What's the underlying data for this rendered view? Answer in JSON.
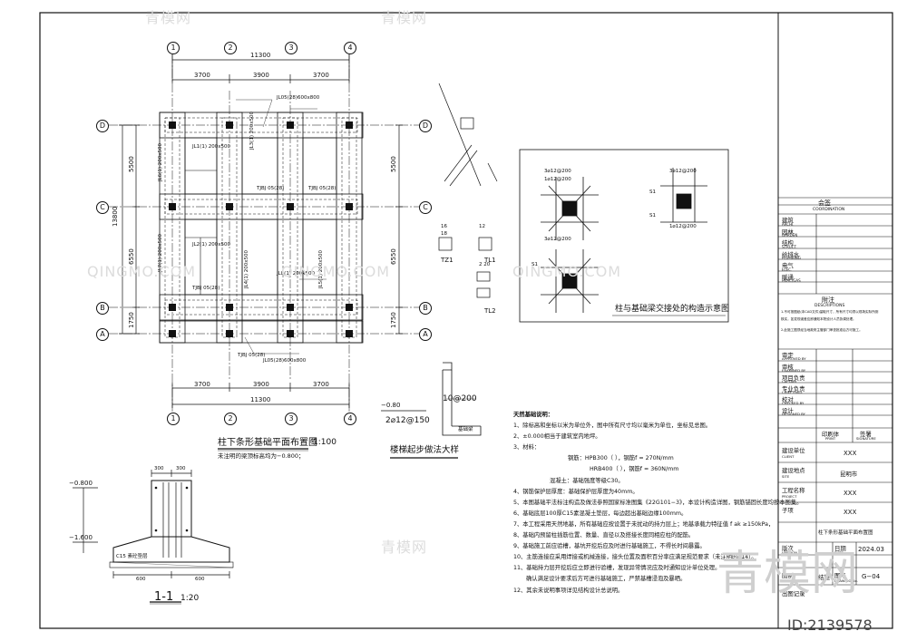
{
  "plan": {
    "title": "柱下条形基础平面布置图",
    "scale": "1:100",
    "note": "未注明的梁顶标高均为−0.800；",
    "top_total": "11300",
    "bottom_total": "11300",
    "spans_top": [
      "3700",
      "3900",
      "3700"
    ],
    "spans_bottom": [
      "3700",
      "3900",
      "3700"
    ],
    "left_total": "13800",
    "left_spans": [
      "5500",
      "6550",
      "1750"
    ],
    "right_spans": [
      "5500",
      "6550",
      "1750"
    ],
    "cols": [
      "1",
      "2",
      "3",
      "4"
    ],
    "rows": [
      "D",
      "C",
      "B",
      "A"
    ],
    "beam_labels": [
      "JL1(1) 200x500",
      "JL2(1) 200x500",
      "JL3(1) 200x500",
      "JL4(1) 200x500",
      "JL5(1) 200x500",
      "JL6(1) 200x500",
      "JL7(1) 200x500",
      "JL8(1) 200x500",
      "TJBJ 05(28)",
      "TJBJ 05(28)",
      "TJBJ 05(28)",
      "JL05(28)600x800",
      "TJBJ 05(28)",
      "JL05(28)600x800"
    ]
  },
  "section11": {
    "title": "1-1",
    "scale": "1:20",
    "levels": [
      "−0.800",
      "−1.600"
    ],
    "dims_bottom": [
      "600",
      "600"
    ],
    "dims_top": [
      "300",
      "300"
    ],
    "label_c15": "C15 素砼垫层"
  },
  "stair": {
    "title": "楼梯起步做法大样",
    "level": "−0.80",
    "bar1": "10@200",
    "bar2": "2⌀12@150",
    "beam": "基础梁"
  },
  "tz": {
    "tz1": "TZ1",
    "tl1": "TL1",
    "tl2": "TL2",
    "dims": [
      "16",
      "18",
      "12",
      "2 20"
    ]
  },
  "joint": {
    "caption": "柱与基础梁交接处的构造示意图",
    "labels": [
      "3⌀12@200",
      "1⌀12@200",
      "3⌀12@200",
      "1⌀12@200",
      "3⌀12@200",
      "S1",
      "S1",
      "S1"
    ]
  },
  "notes": {
    "title": "天然基础说明：",
    "lines": [
      "1、除标高和坐标以米为单位外，图中所有尺寸均以毫米为单位，坐标见总图。",
      "2、±0.000相当于建筑室内地坪。",
      "3、材料：",
      "钢筋：HPB300（ ），钢筋f = 270N/mm",
      "HRB400（ ），钢筋f = 360N/mm",
      "混凝土：基础强度等级C30。",
      "4、钢筋保护层厚度：基础保护层厚度为40mm。",
      "5、本图基础平法标注构造及做法参照国家标准图集《22G101−3》，本设计构造详图，钢筋锚固长度均按本图集。",
      "6、基础底层100厚C15素混凝土垫层，每边超出基础边缘100mm。",
      "7、本工程采用天然地基，所有基础应按设置于未扰动的持力层上；地基承载力特征值 f ak ≥150kPa，",
      "8、基础内预留柱插筋位置、数量、直径以及搭接长度同相应柱的配筋。",
      "9、基础施工前应验槽，基坑开挖后应及时进行基础施工，不得长时间暴露。",
      "10、主筋连接应采用焊接或机械连接，接头位置及面积百分率应满足规范要求（未注明时⌀14）。",
      "11、基础持力层开挖后应立即进行验槽，发现异常情况应及时通知设计单位处理。",
      "确认满足设计要求后方可进行基础施工，严禁基槽浸泡及暴晒。",
      "12、其余未说明事项详见结构设计总说明。"
    ]
  },
  "titleblock": {
    "huiqian_title": "会签",
    "huiqian_sub": "COORDINATION",
    "disciplines": [
      {
        "cn": "建筑",
        "en": "ARCHI."
      },
      {
        "cn": "园林",
        "en": "GARDEN"
      },
      {
        "cn": "结构",
        "en": "STRUCT."
      },
      {
        "cn": "给排水",
        "en": "PLUMBING"
      },
      {
        "cn": "电气",
        "en": "ELEC."
      },
      {
        "cn": "暖通",
        "en": "HVAC/GAS"
      }
    ],
    "fuzhu_title": "附注",
    "fuzhu_sub": "DESCRIPTIONS",
    "fuzhu_lines": [
      "1.不可按图纸(本CAD文件)量取尺寸，所有尺寸均须以现场实际所测",
      "核实，如发现误差应即通知本院设计人员协调处理。",
      "2.此施工图须经当地政府主管部门审查批准后方可施工。"
    ],
    "sign_rows": [
      {
        "cn": "审定",
        "en": "APPROVED BY"
      },
      {
        "cn": "审核",
        "en": "EXAMINED BY"
      },
      {
        "cn": "项目负责",
        "en": "CAPTAIN"
      },
      {
        "cn": "专业负责",
        "en": "CHIEF ENGI."
      },
      {
        "cn": "校对",
        "en": "CHECKED BY"
      },
      {
        "cn": "设计",
        "en": "DESIGNED BY"
      }
    ],
    "print_label": "印刷体",
    "print_sub": "PRINT",
    "signature_label": "签署",
    "signature_sub": "SIGNATURE",
    "client_label": "建设单位",
    "client_sub": "CLIENT",
    "client_value": "XXX",
    "site_label": "建设地点",
    "site_sub": "SITE",
    "site_value": "昆明市",
    "project_label": "工程名称",
    "project_sub": "PROJECT",
    "project_value": "XXX",
    "sub_label": "子项",
    "sub_value": "XXX",
    "drawing_name": "柱下条形基础平面布置图",
    "version_label": "版次",
    "version_sub": "VERSION",
    "date_label": "日期",
    "date_sub": "DATE",
    "date_value": "2024.03",
    "type_label": "图别",
    "type_sub": "DRAWING TYPE",
    "type_value": "结施",
    "number_label": "图号",
    "number_sub": "DRAWING No.",
    "number_value": "G−04",
    "record_label": "出图记录"
  },
  "watermark": {
    "text": "青模网",
    "latin": "QINGMO.COM",
    "id": "ID:2139578"
  }
}
